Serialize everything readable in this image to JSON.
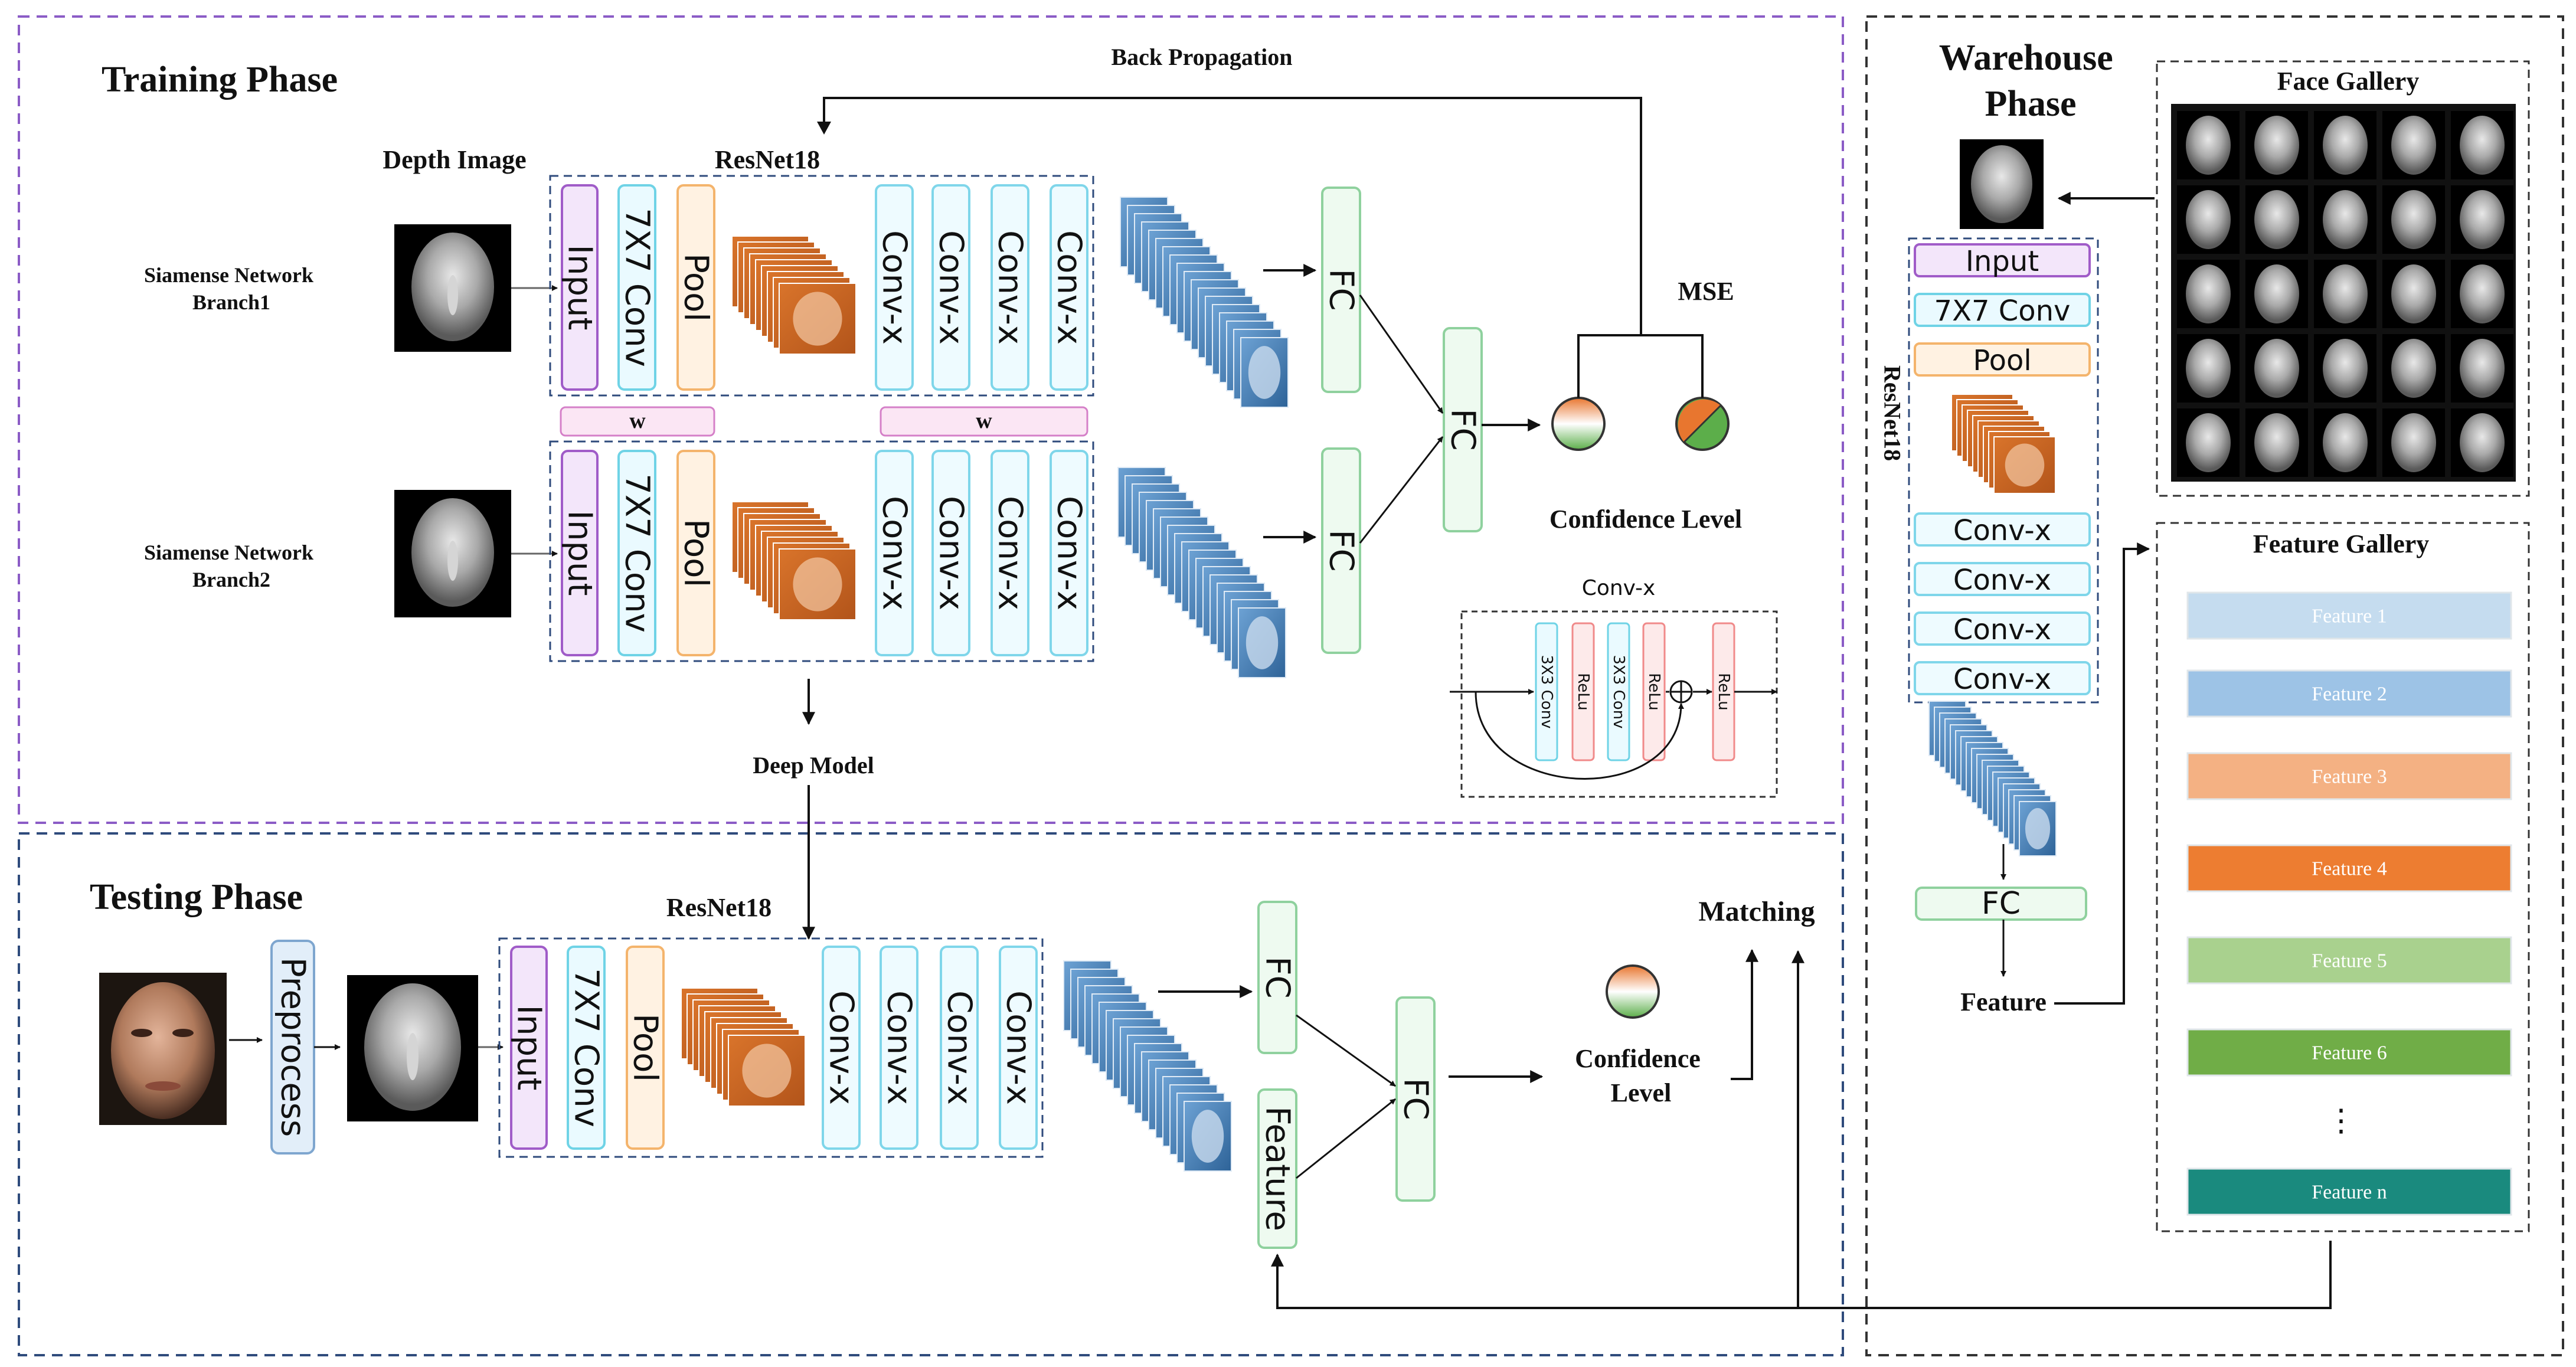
{
  "training": {
    "title": "Training Phase",
    "back_propagation": "Back Propagation",
    "depth_image": "Depth Image",
    "resnet18": "ResNet18",
    "branch1_line1": "Siamense Network",
    "branch1_line2": "Branch1",
    "branch2_line1": "Siamense Network",
    "branch2_line2": "Branch2",
    "mse": "MSE",
    "confidence_level": "Confidence Level",
    "deep_model": "Deep Model",
    "weight_label": "w"
  },
  "blocks": {
    "input": "Input",
    "conv7": "7X7 Conv",
    "pool": "Pool",
    "convx": "Conv-x",
    "fc": "FC",
    "feature": "Feature",
    "preprocess": "Preprocess"
  },
  "convx_detail": {
    "title": "Conv-x",
    "conv3": "3X3 Conv",
    "relu": "ReLu"
  },
  "testing": {
    "title": "Testing Phase",
    "resnet18": "ResNet18",
    "confidence_line1": "Confidence",
    "confidence_line2": "Level",
    "matching": "Matching"
  },
  "warehouse": {
    "title_line1": "Warehouse",
    "title_line2": "Phase",
    "resnet18": "ResNet18",
    "feature": "Feature",
    "face_gallery": "Face Gallery",
    "feature_gallery": "Feature Gallery",
    "ellipsis": "⋮",
    "features": [
      {
        "label": "Feature 1",
        "color": "#c5dcef"
      },
      {
        "label": "Feature 2",
        "color": "#9dc3e6"
      },
      {
        "label": "Feature 3",
        "color": "#f4b183"
      },
      {
        "label": "Feature 4",
        "color": "#ed7d31"
      },
      {
        "label": "Feature 5",
        "color": "#a9d18e"
      },
      {
        "label": "Feature 6",
        "color": "#70ad47"
      },
      {
        "label": "Feature n",
        "color": "#1a8a7e"
      }
    ]
  },
  "colors": {
    "training_border": "#8b5cc6",
    "testing_border": "#2f4b7c",
    "warehouse_border": "#333333",
    "input_stroke": "#a05cc8",
    "input_fill": "#f3e6fa",
    "conv7_stroke": "#6fd3e6",
    "conv7_fill": "#eafaff",
    "pool_stroke": "#f4b46c",
    "pool_fill": "#fff2e2",
    "convx_stroke": "#7fd6ea",
    "convx_fill": "#eefbff",
    "fc_stroke": "#8fd19e",
    "fc_fill": "#eefaf0",
    "weight_stroke": "#d580c8",
    "weight_fill": "#fbe6f4",
    "relu_stroke": "#f08a8a",
    "relu_fill": "#fdeaea",
    "feature_map_orange": "#c8611e",
    "feature_map_blue": "#4a7fb5"
  }
}
